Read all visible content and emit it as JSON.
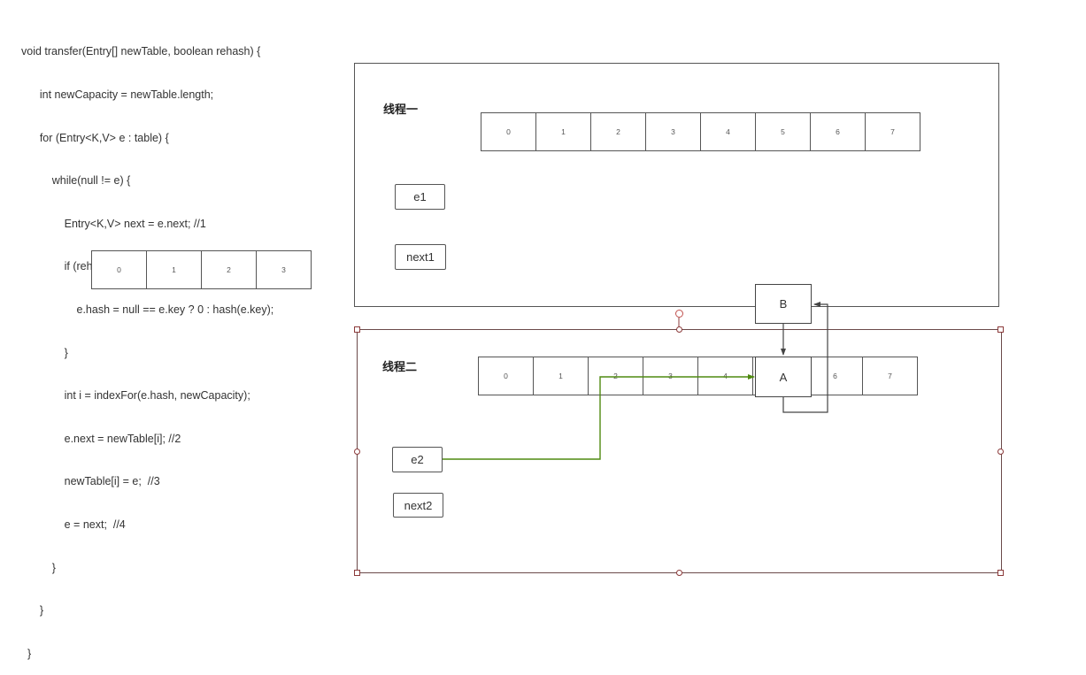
{
  "code": {
    "lines": [
      "void transfer(Entry[] newTable, boolean rehash) {",
      "      int newCapacity = newTable.length;",
      "      for (Entry<K,V> e : table) {",
      "          while(null != e) {",
      "              Entry<K,V> next = e.next; //1",
      "              if (rehash) {",
      "                  e.hash = null == e.key ? 0 : hash(e.key);",
      "              }",
      "              int i = indexFor(e.hash, newCapacity);",
      "              e.next = newTable[i]; //2",
      "              newTable[i] = e;  //3",
      "              e = next;  //4",
      "          }",
      "      }",
      "  }"
    ]
  },
  "old_table": {
    "cells": [
      "0",
      "1",
      "2",
      "3"
    ]
  },
  "thread1": {
    "title": "线程一",
    "cells": [
      "0",
      "1",
      "2",
      "3",
      "4",
      "5",
      "6",
      "7"
    ],
    "var1": "e1",
    "var2": "next1"
  },
  "thread2": {
    "title": "线程二",
    "cells": [
      "0",
      "1",
      "2",
      "3",
      "4",
      "",
      "6",
      "7"
    ],
    "var1": "e2",
    "var2": "next2"
  },
  "nodes": {
    "a": "A",
    "b": "B"
  },
  "colors": {
    "green_link": "#4f8a10",
    "dark_link": "#444444",
    "selection": "#8b3a3a"
  }
}
